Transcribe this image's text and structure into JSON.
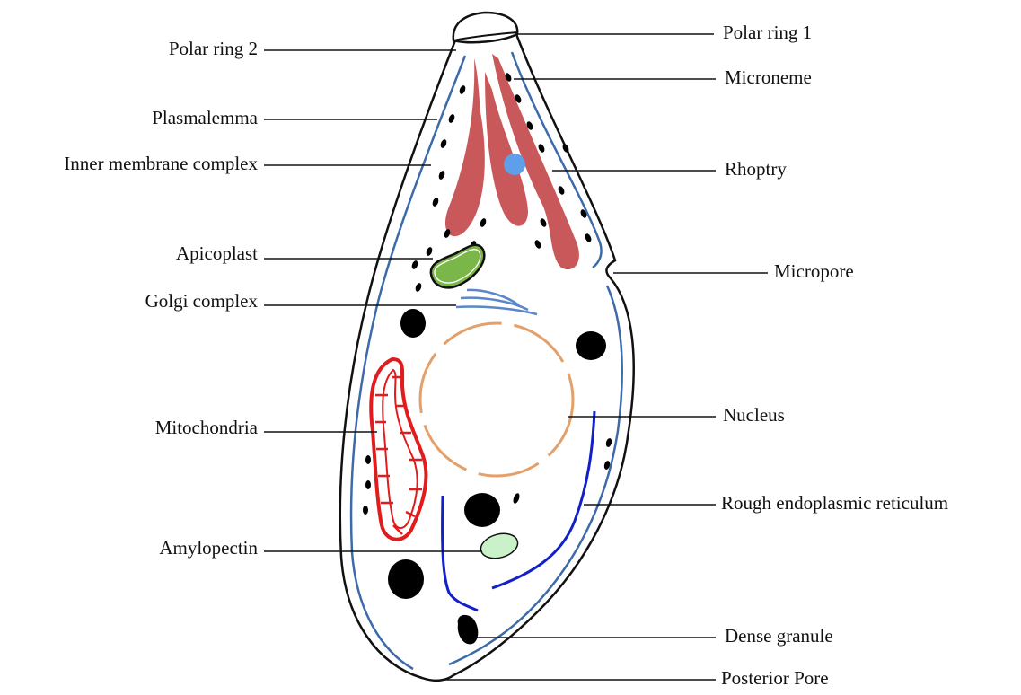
{
  "labels": {
    "polar_ring_2": "Polar ring 2",
    "polar_ring_1": "Polar ring 1",
    "microneme": "Microneme",
    "plasmalemma": "Plasmalemma",
    "inner_membrane_complex": "Inner membrane complex",
    "rhoptry": "Rhoptry",
    "apicoplast": "Apicoplast",
    "micropore": "Micropore",
    "golgi_complex": "Golgi complex",
    "nucleus": "Nucleus",
    "mitochondria": "Mitochondria",
    "rough_er": "Rough endoplasmic reticulum",
    "amylopectin": "Amylopectin",
    "dense_granule": "Dense granule",
    "posterior_pore": "Posterior Pore"
  },
  "colors": {
    "outline": "#111111",
    "inner_membrane": "#3d6aa8",
    "rhoptry": "#c9585a",
    "rhoptry_bulb": "#5f9ee8",
    "apicoplast": "#7ab648",
    "golgi": "#5b86c8",
    "nucleus": "#e3a06a",
    "mitochondria": "#e11c1c",
    "rough_er": "#1220c8",
    "amylopectin": "#c9f2c9",
    "granule": "#000000"
  }
}
